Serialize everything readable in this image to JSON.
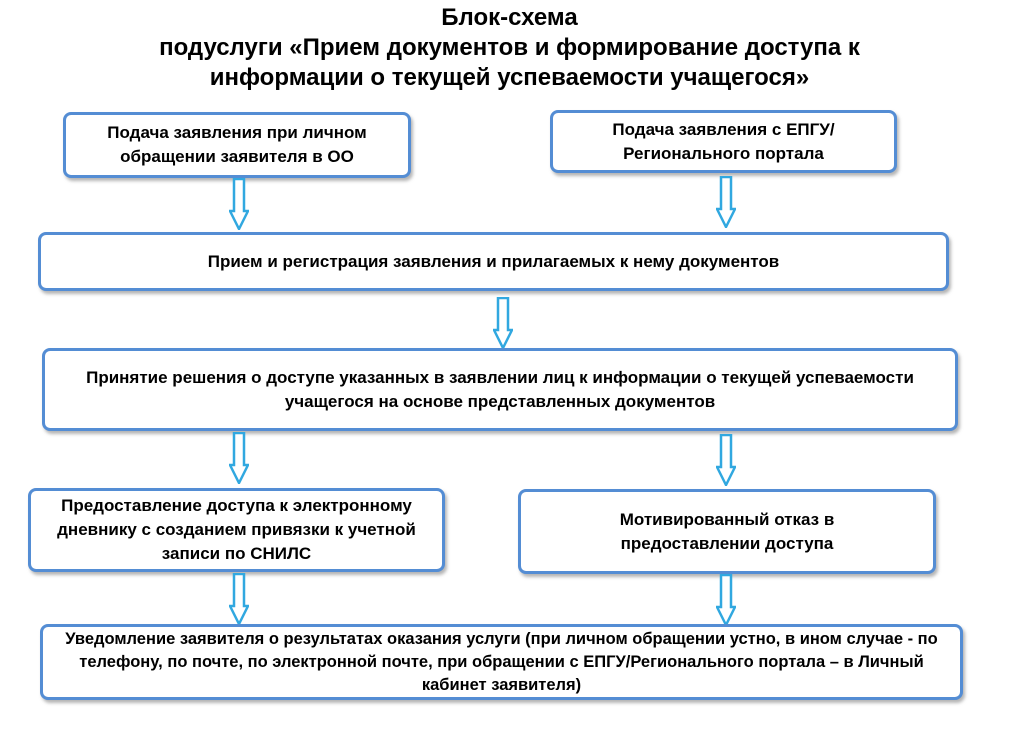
{
  "title": {
    "line1": "Блок-схема",
    "line2": "подуслуги «Прием документов и формирование доступа к",
    "line3": "информации о текущей успеваемости учащегося»"
  },
  "boxes": {
    "personal_submission": "Подача заявления при личном обращении заявителя в ОО",
    "portal_submission": "Подача заявления с ЕПГУ/Регионального портала",
    "registration": "Прием и регистрация заявления и прилагаемых к нему документов",
    "decision": "Принятие решения о доступе указанных в заявлении лиц к информации о текущей успеваемости учащегося на основе представленных документов",
    "grant_access": "Предоставление доступа к электронному дневнику с созданием привязки к учетной записи по СНИЛС",
    "refusal": "Мотивированный отказ в предоставлении доступа",
    "notification": "Уведомление заявителя о результатах оказания услуги (при личном обращении устно, в ином случае - по телефону, по почте, по электронной почте, при обращении с ЕПГУ/Регионального портала – в Личный кабинет заявителя)"
  },
  "colors": {
    "box_border": "#548dd4",
    "arrow_stroke": "#31a8e0",
    "arrow_fill": "#ffffff"
  }
}
